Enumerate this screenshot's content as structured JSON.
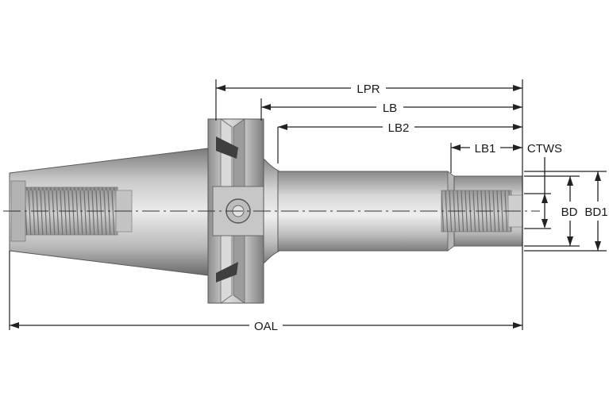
{
  "labels": {
    "lpr": "LPR",
    "lb": "LB",
    "lb2": "LB2",
    "lb1": "LB1",
    "ctws": "CTWS",
    "bd": "BD",
    "bd1": "BD1",
    "oal": "OAL"
  },
  "colors": {
    "metal_dark": "#6f6f6f",
    "metal_mid": "#a9a9a9",
    "metal_light": "#e6e6e6",
    "dimension": "#222222"
  }
}
